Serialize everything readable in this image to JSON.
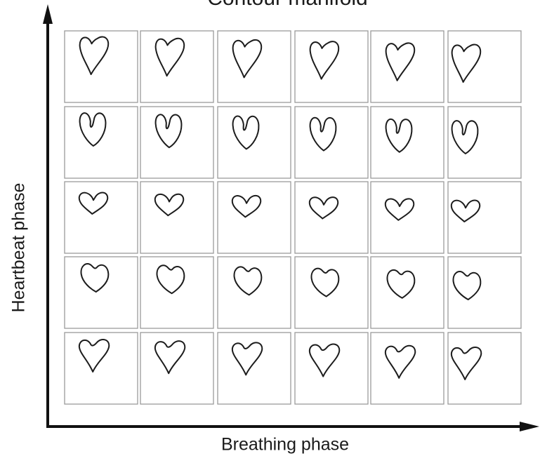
{
  "title": "Contour manifold",
  "x_axis": {
    "label": "Breathing phase"
  },
  "y_axis": {
    "label": "Heartbeat phase"
  },
  "grid": {
    "rows": 5,
    "cols": 6,
    "row_shapes": [
      "heart-notched-narrow",
      "heart-notched-deep",
      "heart-wide-v",
      "heart-rounded",
      "heart-pointed"
    ]
  },
  "colors": {
    "axis": "#111111",
    "contour": "#1c1c1c",
    "cell_border": "#9a9a9a"
  }
}
